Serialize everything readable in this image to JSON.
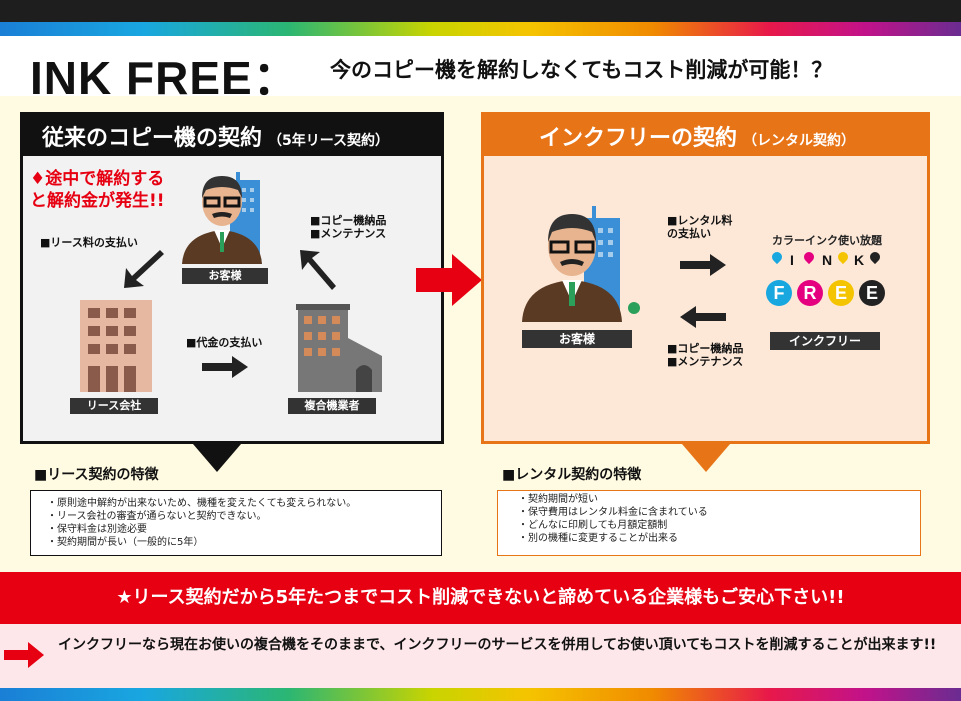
{
  "header": {
    "logo": "INK FREE：",
    "headline": "今のコピー機を解約しなくてもコスト削減が可能！？"
  },
  "left_panel": {
    "title": "従来のコピー機の契約",
    "subtitle": "（5年リース契約）",
    "warning_line1": "♦途中で解約する",
    "warning_line2": "と解約金が発生!!",
    "lease_payment": "■リース料の支払い",
    "delivery_line1": "■コピー機納品",
    "delivery_line2": "■メンテナンス",
    "price_payment": "■代金の支払い",
    "customer_label": "お客様",
    "lease_company_label": "リース会社",
    "dealer_label": "複合機業者"
  },
  "right_panel": {
    "title": "インクフリーの契約",
    "subtitle": "（レンタル契約）",
    "rental_fee_line1": "■レンタル料",
    "rental_fee_line2": "の支払い",
    "delivery_line1": "■コピー機納品",
    "delivery_line2": "■メンテナンス",
    "customer_label": "お客様",
    "inkfree_label": "インクフリー",
    "ink_tagline": "カラーインク使い放題",
    "ink_small_letters": [
      "I",
      "N",
      "K"
    ],
    "ink_big_letters": [
      "F",
      "R",
      "E",
      "E"
    ]
  },
  "features": {
    "lease_title": "■リース契約の特徴",
    "lease_items": [
      "・原則途中解約が出来ないため、機種を変えたくても変えられない。",
      "・リース会社の審査が通らないと契約できない。",
      "・保守料金は別途必要",
      "・契約期間が長い（一般的に5年）"
    ],
    "rental_title": "■レンタル契約の特徴",
    "rental_items": [
      "・契約期間が短い",
      "・保守費用はレンタル料金に含まれている",
      "・どんなに印刷しても月額定額制",
      "・別の機種に変更することが出来る"
    ]
  },
  "banner": {
    "text": "★リース契約だから5年たつまでコスト削減できないと諦めている企業様もご安心下さい!!"
  },
  "bottom": {
    "text": "インクフリーなら現在お使いの複合機をそのままで、インクフリーのサービスを併用してお使い頂いてもコストを削減することが出来ます!!"
  },
  "colors": {
    "accent_orange": "#e87418",
    "accent_red": "#e60012",
    "ink_cyan": "#19a7e0",
    "ink_magenta": "#e4007f",
    "ink_yellow": "#f5c400",
    "ink_black": "#222222"
  }
}
